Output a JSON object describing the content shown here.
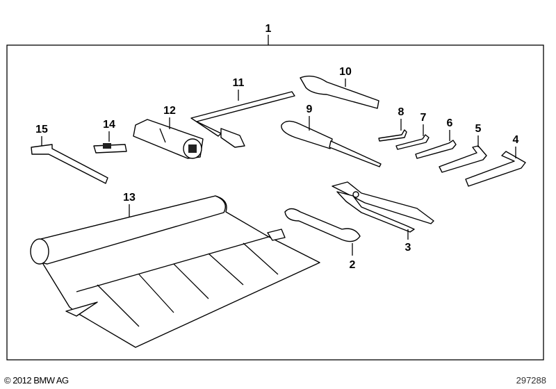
{
  "callouts": {
    "c1": "1",
    "c2": "2",
    "c3": "3",
    "c4": "4",
    "c5": "5",
    "c6": "6",
    "c7": "7",
    "c8": "8",
    "c9": "9",
    "c10": "10",
    "c11": "11",
    "c12": "12",
    "c13": "13",
    "c14": "14",
    "c15": "15"
  },
  "footer": {
    "copyright": "© 2012 BMW AG",
    "diagram_number": "297288"
  }
}
